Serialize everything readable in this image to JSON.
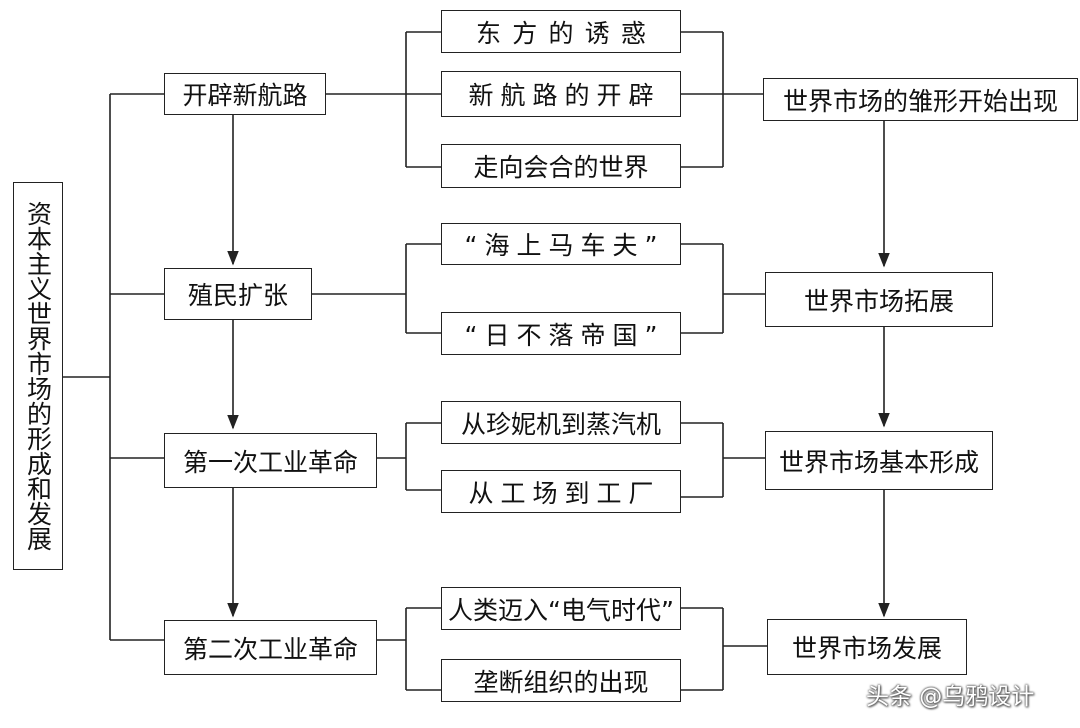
{
  "diagram": {
    "root": "资本主义世界市场的形成和发展",
    "stages": [
      {
        "label": "开辟新航路",
        "details": [
          "东方的诱惑",
          "新航路的开辟",
          "走向会合的世界"
        ],
        "result": "世界市场的雏形开始出现"
      },
      {
        "label": "殖民扩张",
        "details": [
          "“海上马车夫”",
          "“日不落帝国”"
        ],
        "result": "世界市场拓展"
      },
      {
        "label": "第一次工业革命",
        "details": [
          "从珍妮机到蒸汽机",
          "从工场到工厂"
        ],
        "result": "世界市场基本形成"
      },
      {
        "label": "第二次工业革命",
        "details": [
          "人类迈入“电气时代”",
          "垄断组织的出现"
        ],
        "result": "世界市场发展"
      }
    ]
  },
  "watermark": "头条 @乌鸦设计",
  "colors": {
    "line": "#222222",
    "text": "#111111",
    "background": "#ffffff"
  }
}
